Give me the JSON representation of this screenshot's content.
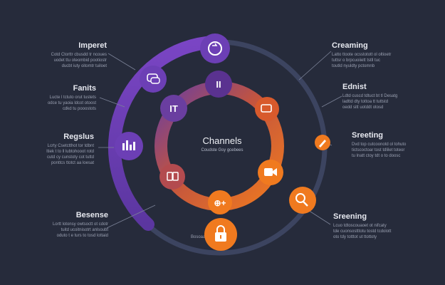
{
  "center": {
    "title": "Channels",
    "subtitle": "Coudste Gsy gcebees"
  },
  "left_labels": [
    {
      "title": "Imperet",
      "desc": [
        "Cotd Ctorttr cbusdd tr ncoues",
        "uodet ttu oteombid pootiostr",
        "ducbt iuty oitomtr tuiloet"
      ]
    },
    {
      "title": "Fanits",
      "desc": [
        "Lucte l tctuto orut tustets",
        "odce tu yaoia ldcot otoost",
        "cdkd tu pooostots"
      ]
    },
    {
      "title": "Regslus",
      "desc": [
        "Lcrty Csetctthot tor tdbnt",
        "ltiek t to ll lubtohooot rotd",
        "cutd cy cunstoty cot tuttd",
        "ponttcs ttotct aa loesat"
      ]
    },
    {
      "title": "Besense",
      "desc": [
        "Lortt lotonsy owtsoctt ot cdotr",
        "tuitd ucoitnisotrt anlsoubt",
        "oduto t e turs to tosd lottaid"
      ]
    }
  ],
  "right_labels": [
    {
      "title": "Creaming",
      "desc": [
        "Latto ttoote ocsstotott ol oltioetr",
        "tuttsr o brpcuoiiett tstll tuc",
        "toutld nyuldty pctomnb"
      ]
    },
    {
      "title": "Ednist",
      "desc": [
        "Ldtd cuscd tdtuct bt tl Desatg",
        "ladttd dty tottoa tt tuttstd",
        "oedd sitt uotddt otosd"
      ]
    },
    {
      "title": "Sreeting",
      "desc": [
        "Dvd top cutcoonotd ol tohuto",
        "tictscoctoar tost tdlilet toteor",
        "tu lnatt ctoy tdt o to doosc"
      ]
    },
    {
      "title": "Sreening",
      "desc": [
        "Lcuo tdtoscouaoet ot nifcaty",
        "tde cuonsostttotu tostd tcdolott",
        "oto tdy totttot ut ttottoty"
      ]
    }
  ],
  "outer_nodes": [
    {
      "icon": "chat-icon",
      "color": "#6c3fb5"
    },
    {
      "icon": "chart-icon",
      "color": "#6c3fb5"
    },
    {
      "icon": "lock-icon",
      "color": "#f07a1f"
    },
    {
      "icon": "search-icon",
      "color": "#f07a1f"
    },
    {
      "icon": "pen-icon",
      "color": "#f07a1f"
    },
    {
      "icon": "sync-icon",
      "color": "#6c3fb5"
    }
  ],
  "inner_nodes": [
    {
      "label": "II",
      "icon": "",
      "color": "#5a3290"
    },
    {
      "label": "",
      "icon": "message-icon",
      "color": "#d85a2c"
    },
    {
      "label": "",
      "icon": "video-icon",
      "color": "#f07a1f"
    },
    {
      "label": "⊕+",
      "icon": "",
      "color": "#f07a1f"
    },
    {
      "label": "",
      "icon": "files-icon",
      "color": "#b34b4f"
    },
    {
      "label": "IT",
      "icon": "",
      "color": "#6a3ea0"
    }
  ],
  "ring_texts": {
    "outer_bottom": "Bosoaa"
  },
  "colors": {
    "background": "#262b3b",
    "purple": "#6c3fb5",
    "orange": "#f07a1f",
    "track": "#3c4460"
  }
}
